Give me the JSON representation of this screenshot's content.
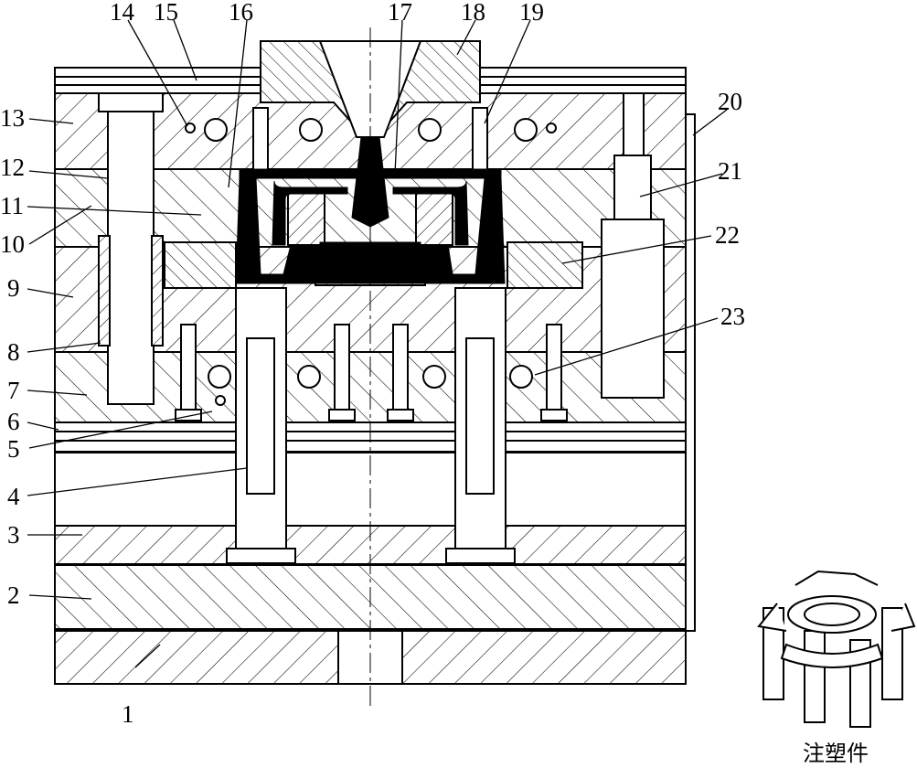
{
  "diagram": {
    "type": "injection mold cross-section",
    "part_caption": "注塑件",
    "callouts": [
      "1",
      "2",
      "3",
      "4",
      "5",
      "6",
      "7",
      "8",
      "9",
      "10",
      "11",
      "12",
      "13",
      "14",
      "15",
      "16",
      "17",
      "18",
      "19",
      "20",
      "21",
      "22",
      "23"
    ]
  },
  "colors": {
    "line": "#000000",
    "hatch": "#000000",
    "molded_part": "#000000",
    "background": "#ffffff"
  }
}
